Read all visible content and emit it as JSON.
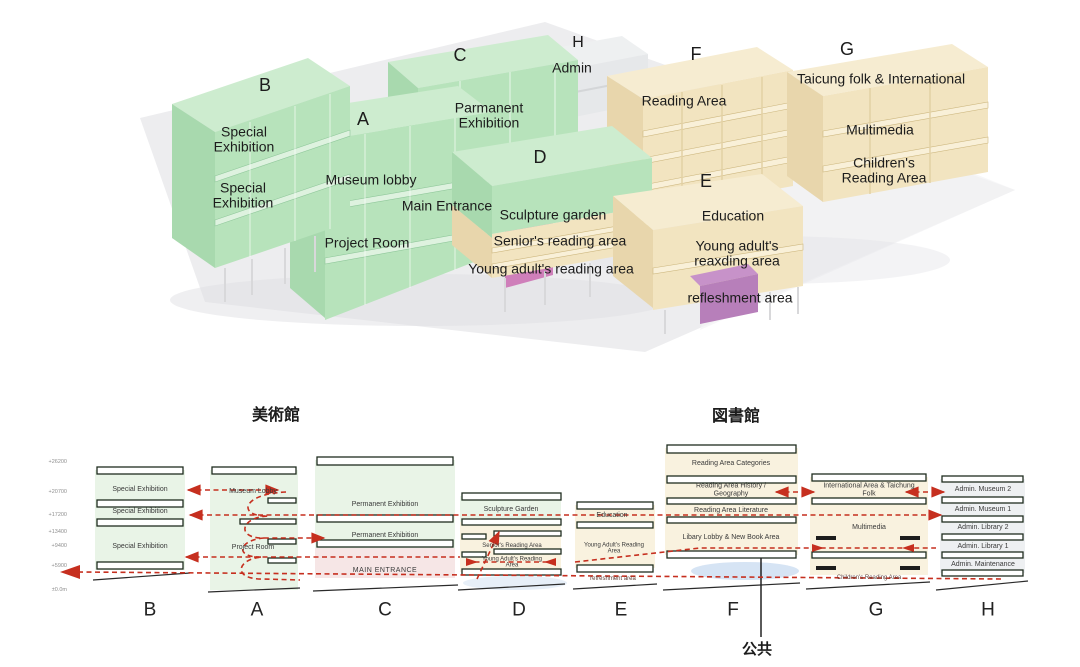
{
  "colors": {
    "museum_green": "#b7e3bb",
    "museum_green_top": "#cdeccf",
    "library_tan": "#f2e4c0",
    "library_tan_top": "#f6ecd1",
    "circulation_red": "#c62f1f",
    "entrance_pink": "#cf7fba",
    "refreshment_purple": "#b77fba",
    "public_blue": "#cfdff2"
  },
  "axon": {
    "b": {
      "letter": "B",
      "special_1": "Special Exhibition",
      "special_2": "Special Exhibition"
    },
    "a": {
      "letter": "A",
      "lobby": "Museum lobby",
      "project": "Project Room"
    },
    "c": {
      "letter": "C",
      "permanent": "Parmanent Exhibition"
    },
    "entrance": "Main Entrance",
    "d": {
      "letter": "D",
      "garden": "Sculpture garden",
      "senior": "Senior's reading area",
      "young": "Young adult's reading area"
    },
    "e": {
      "letter": "E",
      "education": "Education",
      "young": "Young adult's reaxding area",
      "refreshment": "refleshment area"
    },
    "f": {
      "letter": "F",
      "reading": "Reading Area"
    },
    "g": {
      "letter": "G",
      "folk": "Taicung folk & International",
      "multimedia": "Multimedia",
      "children": "Children's Reading Area"
    },
    "h": {
      "letter": "H",
      "admin": "Admin"
    }
  },
  "section": {
    "museum_header": "美術館",
    "library_header": "図書館",
    "public_label": "公共",
    "elevations": [
      "+26200",
      "+20700",
      "+17200",
      "+13400",
      "+9400",
      "+5900",
      "±0.0m"
    ],
    "b": {
      "letter": "B",
      "floors": [
        "Special Exhibition",
        "Special Exhibition",
        "Special Exhibition"
      ]
    },
    "a": {
      "letter": "A",
      "floors": [
        "Museum Lobby",
        "Project Room"
      ]
    },
    "c": {
      "letter": "C",
      "floors": [
        "Permanent Exhibition",
        "Permanent Exhibition",
        "MAIN ENTRANCE"
      ]
    },
    "d": {
      "letter": "D",
      "floors": [
        "Sculpture Garden",
        "Senior's Reading Area",
        "Young Adult's Reading Area"
      ]
    },
    "e": {
      "letter": "E",
      "floors": [
        "Education",
        "Young Adult's Reading Area",
        "refreshment area"
      ]
    },
    "f": {
      "letter": "F",
      "floors": [
        "Reading Area Categories",
        "Reading Area History / Geography",
        "Reading Area Literature",
        "Libary Lobby & New Book Area"
      ]
    },
    "g": {
      "letter": "G",
      "floors": [
        "International Area & Taichung Folk",
        "Multimedia",
        "Children's Reading Area"
      ]
    },
    "h": {
      "letter": "H",
      "floors": [
        "Admin. Museum 2",
        "Admin. Museum 1",
        "Admin. Library 2",
        "Admin. Library 1",
        "Admin. Maintenance"
      ]
    }
  }
}
